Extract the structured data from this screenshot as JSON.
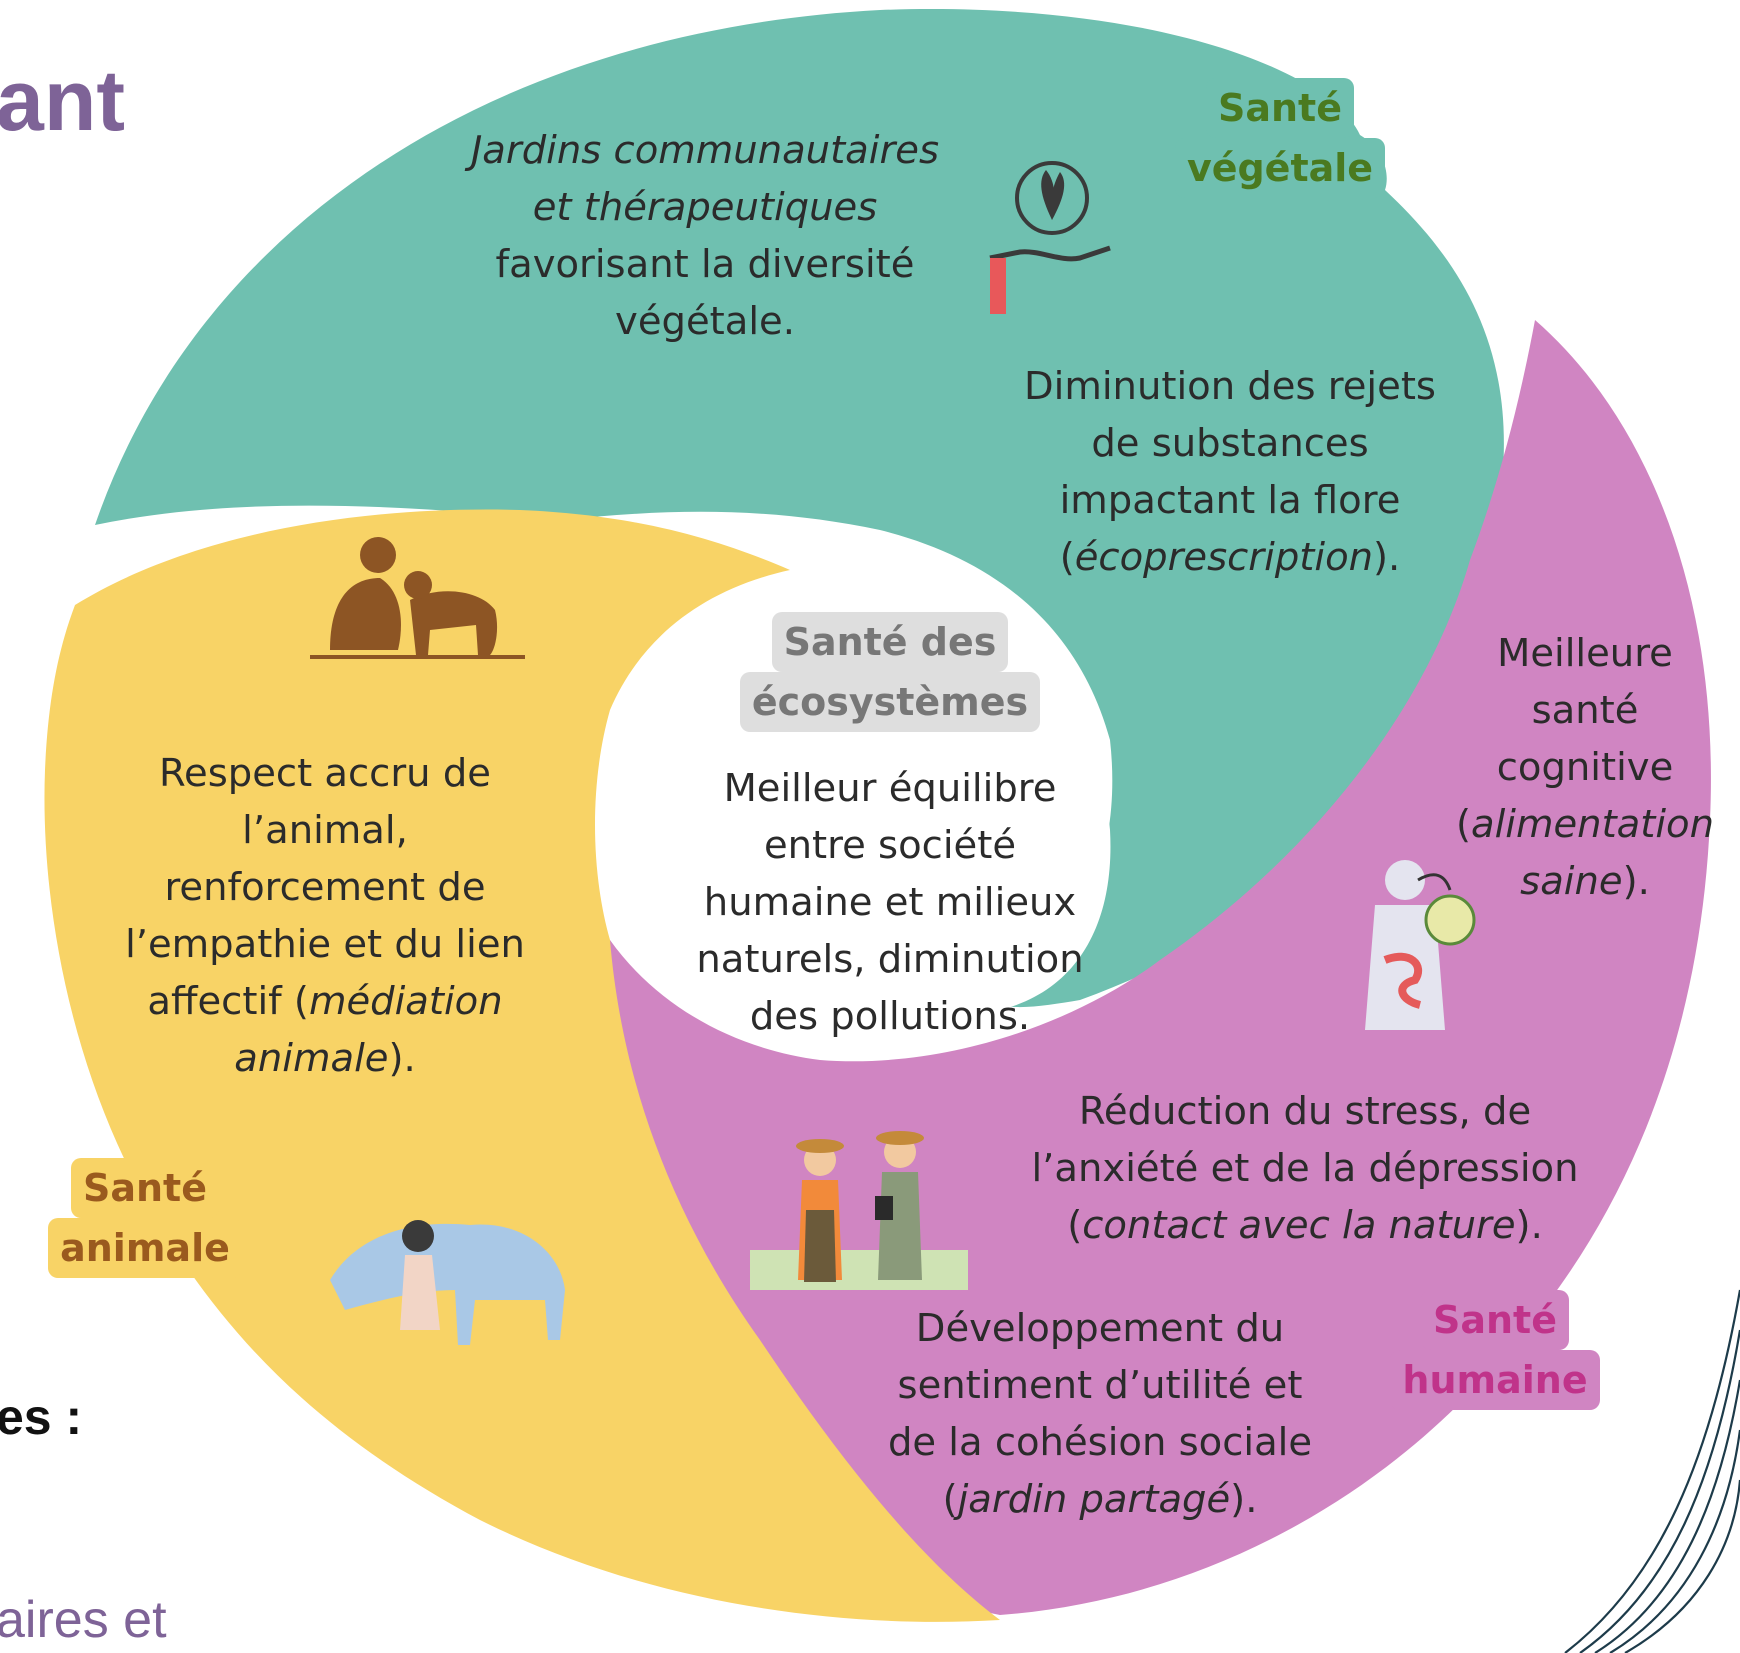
{
  "fragments": {
    "title": "ant",
    "heading": "es :",
    "link": "aires et"
  },
  "labels": {
    "vegetale": [
      "Santé",
      "végétale"
    ],
    "animale": [
      "Santé",
      "animale"
    ],
    "humaine": [
      "Santé",
      "humaine"
    ],
    "ecosystemes": [
      "Santé des",
      "écosystèmes"
    ]
  },
  "texts": {
    "jardins_italic": "Jardins communautaires et thérapeutiques",
    "jardins_rest": "favorisant la diversité végétale.",
    "rejets": "Diminution des rejets de substances impactant la flore (",
    "rejets_italic": "écoprescription",
    "rejets_end": ").",
    "cognitive": "Meilleure santé cognitive (",
    "cognitive_italic": "alimentation saine",
    "cognitive_end": ").",
    "stress": "Réduction du stress, de l’anxiété et de la dépression (",
    "stress_italic": "contact avec la nature",
    "stress_end": ").",
    "utilite": "Développement du sentiment d’utilité et de la cohésion sociale (",
    "utilite_italic": "jardin partagé",
    "utilite_end": ").",
    "animal": "Respect accru de l’animal, renforcement de l’empathie et du lien affectif (",
    "animal_italic": "médiation animale",
    "animal_end": ").",
    "ecosystemes": "Meilleur équilibre entre société humaine et milieux naturels, diminution des pollutions."
  },
  "colors": {
    "vegetale": "#6fc0b0",
    "animale": "#f8d366",
    "humaine": "#d085c2",
    "title": "#7e6397"
  },
  "icons": [
    "plant-hand-icon",
    "woman-dog-icon",
    "woman-horse-icon",
    "body-gut-brain-icon",
    "gardeners-icon"
  ]
}
